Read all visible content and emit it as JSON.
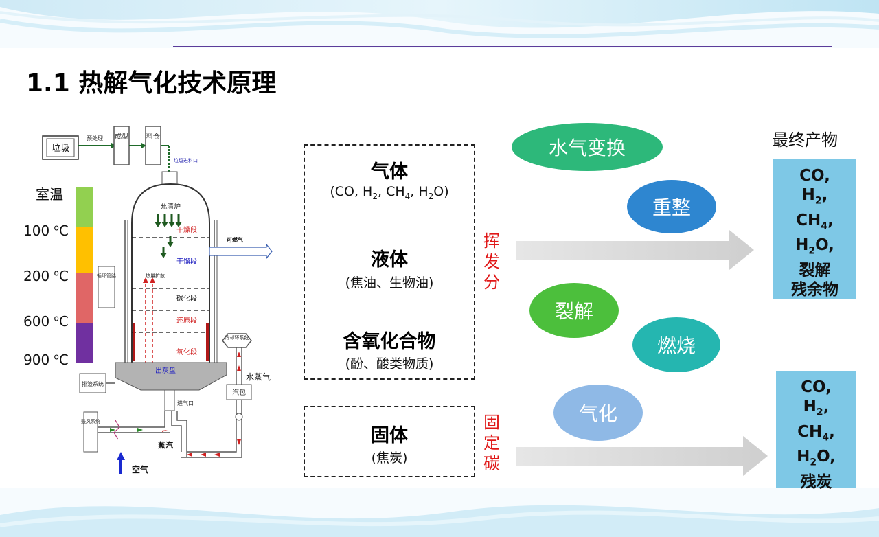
{
  "title": "1.1 热解气化技术原理",
  "reactor": {
    "labels": {
      "garbage": "垃圾",
      "pretreat": "预处理",
      "forming": "成型",
      "bin": "料仓",
      "feed": "垃圾进料口",
      "cleaner": "允清炉",
      "drying": "干燥段",
      "distill": "干馏段",
      "heat": "热量扩散",
      "carbonize": "碳化段",
      "reduce": "还原段",
      "oxidize": "氧化段",
      "combustible": "可燃气",
      "circulation": "循环管路",
      "cooling": "冷却环系统",
      "ash_disc": "出灰盘",
      "slag": "排渣系统",
      "inlet": "进气口",
      "drum": "汽包",
      "steam_water": "水蒸气",
      "fan": "鼓风系统",
      "steam": "蒸汽",
      "air": "空气"
    },
    "temps": [
      "室温",
      "100 ",
      "200 ",
      "600 ",
      "900 "
    ],
    "temp_unit_o": "o",
    "temp_unit_c": "C",
    "temp_colors": [
      "#92d050",
      "#ffc000",
      "#e06666",
      "#7030a0"
    ]
  },
  "groups": [
    {
      "title": "气体",
      "sub_parts": [
        "(CO, H",
        "2",
        ", CH",
        "4",
        ", H",
        "2",
        "O)"
      ]
    },
    {
      "title": "液体",
      "sub": "(焦油、生物油)"
    },
    {
      "title": "含氧化合物",
      "sub": "(酚、酸类物质)"
    },
    {
      "title": "固体",
      "sub": "(焦炭)"
    }
  ],
  "volatile_label": [
    "挥",
    "发",
    "分"
  ],
  "fixed_carbon_label": [
    "固",
    "定",
    "碳"
  ],
  "processes": [
    {
      "label": "水气变换",
      "color": "#2db87a"
    },
    {
      "label": "重整",
      "color": "#2e86d0"
    },
    {
      "label": "裂解",
      "color": "#4cbf3c"
    },
    {
      "label": "燃烧",
      "color": "#25b6b0"
    },
    {
      "label": "气化",
      "color": "#8fb9e6"
    }
  ],
  "final_products_label": "最终产物",
  "products_top": [
    "CO,",
    "H",
    "2",
    ",",
    "CH",
    "4",
    ",",
    "H",
    "2",
    "O,",
    "裂解",
    "残余物"
  ],
  "products_bottom": [
    "CO,",
    "H",
    "2",
    ",",
    "CH",
    "4",
    ",",
    "H",
    "2",
    "O,",
    "残炭"
  ]
}
